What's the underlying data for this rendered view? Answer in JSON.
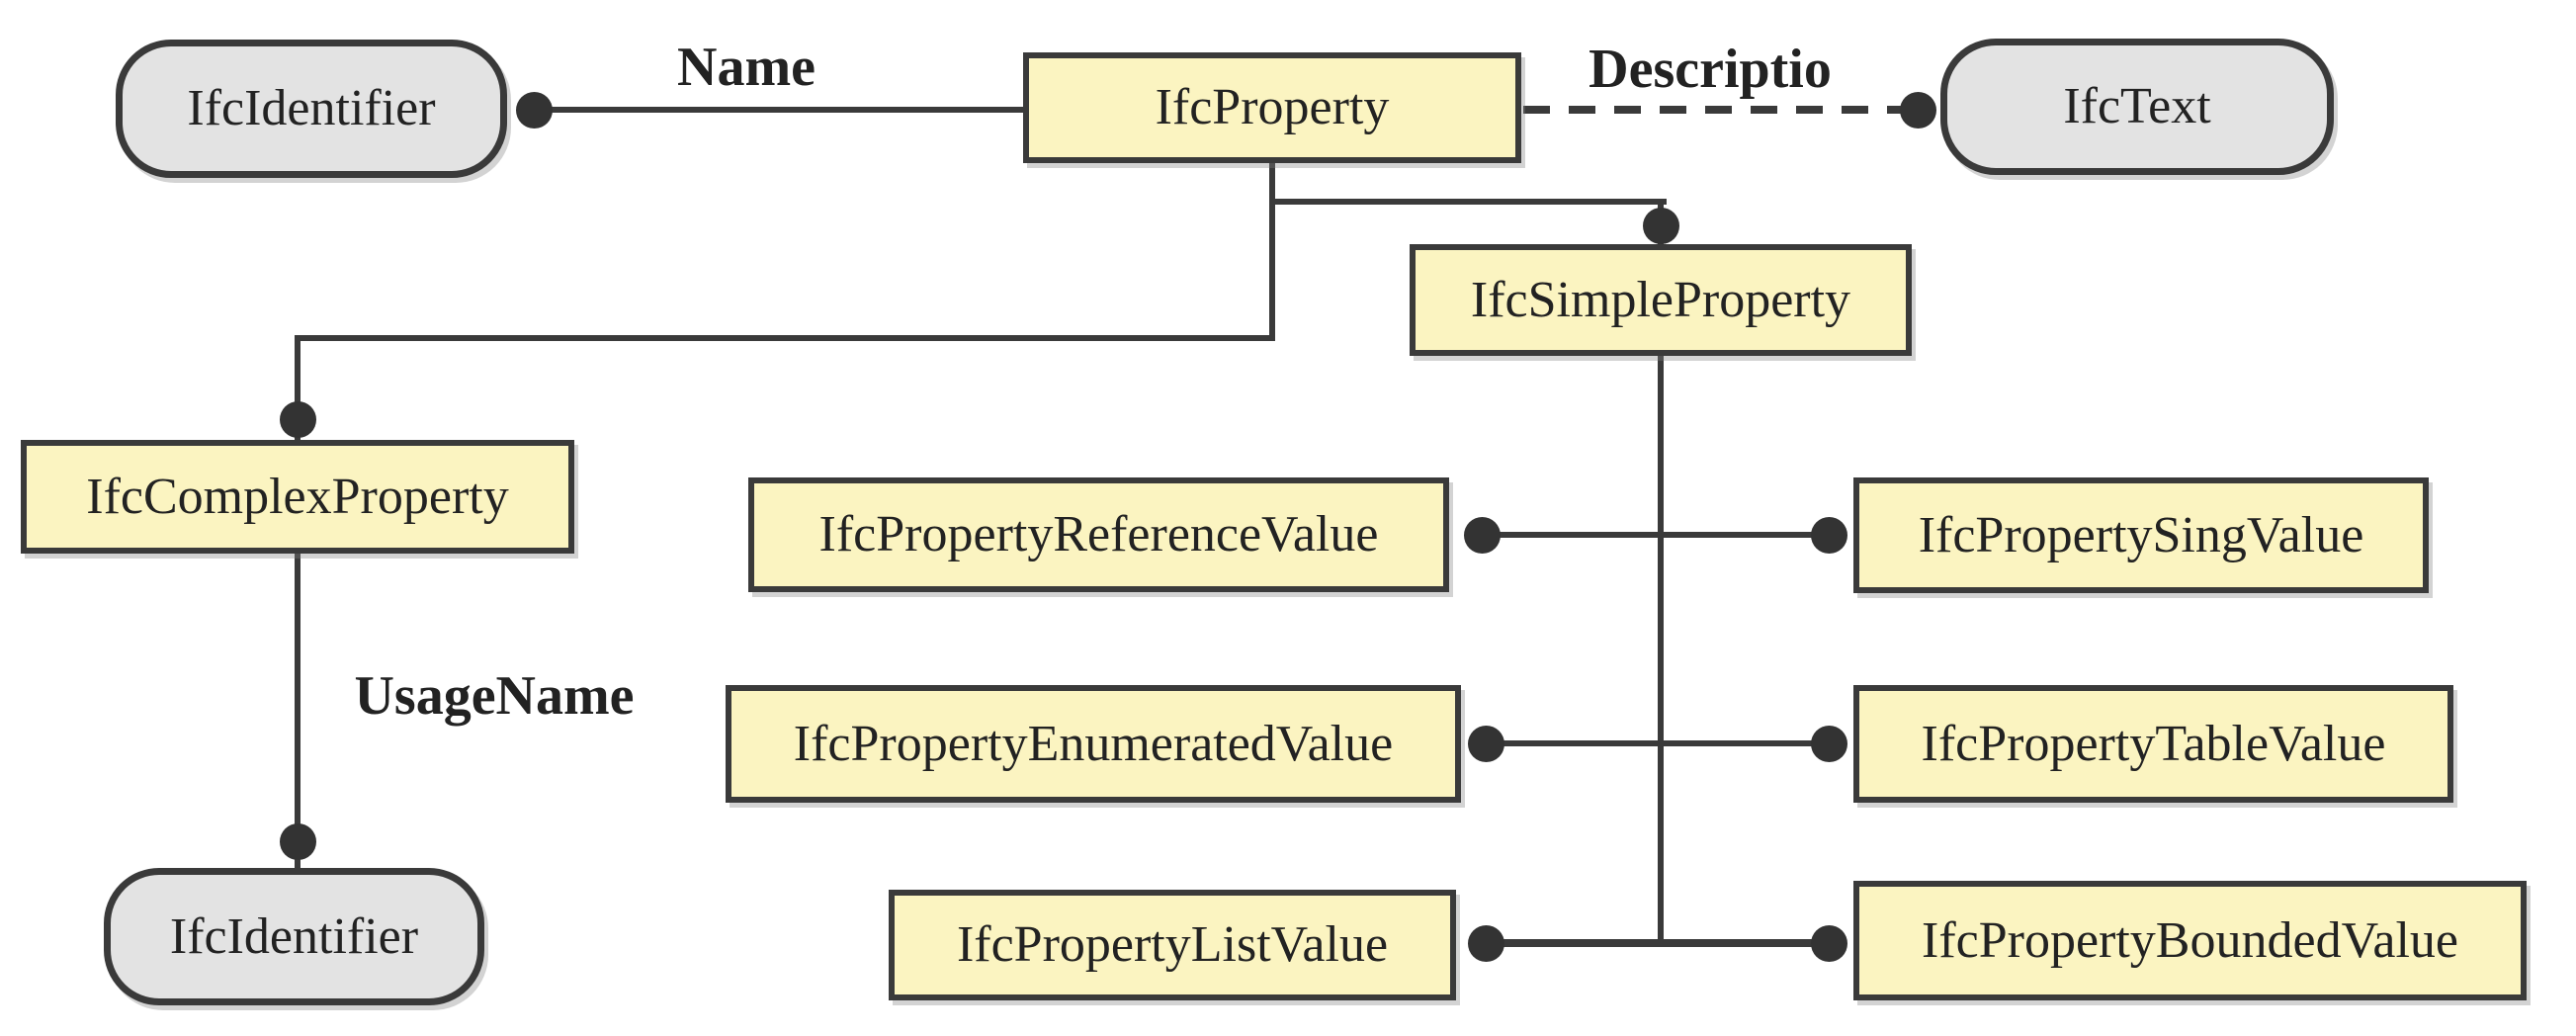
{
  "background": "#FFFFFF",
  "colors": {
    "entity_fill": "#FBF4C1",
    "datatype_fill": "#E3E3E3",
    "border_and_line": "#3A3A3A",
    "text": "#222222"
  },
  "nodes": {
    "identifier_top": {
      "label": "IfcIdentifier",
      "shape": "rounded"
    },
    "property": {
      "label": "IfcProperty",
      "shape": "rect"
    },
    "text_type": {
      "label": "IfcText",
      "shape": "rounded"
    },
    "simple_property": {
      "label": "IfcSimpleProperty",
      "shape": "rect"
    },
    "complex_property": {
      "label": "IfcComplexProperty",
      "shape": "rect"
    },
    "reference_value": {
      "label": "IfcPropertyReferenceValue",
      "shape": "rect"
    },
    "sing_value": {
      "label": "IfcPropertySingValue",
      "shape": "rect"
    },
    "enumerated_value": {
      "label": "IfcPropertyEnumeratedValue",
      "shape": "rect"
    },
    "table_value": {
      "label": "IfcPropertyTableValue",
      "shape": "rect"
    },
    "list_value": {
      "label": "IfcPropertyListValue",
      "shape": "rect"
    },
    "bounded_value": {
      "label": "IfcPropertyBoundedValue",
      "shape": "rect"
    },
    "identifier_bottom": {
      "label": "IfcIdentifier",
      "shape": "rounded"
    }
  },
  "edges": {
    "name": {
      "label": "Name",
      "style": "solid",
      "from": "property",
      "to": "identifier_top"
    },
    "description": {
      "label": "Descriptio",
      "style": "dashed",
      "from": "property",
      "to": "text_type"
    },
    "usage_name": {
      "label": "UsageName",
      "style": "solid",
      "from": "complex_property",
      "to": "identifier_bottom"
    },
    "property_to_simple": {
      "style": "solid",
      "from": "property",
      "to": "simple_property"
    },
    "property_to_complex": {
      "style": "solid",
      "from": "property",
      "to": "complex_property"
    },
    "simple_to_reference": {
      "style": "solid",
      "from": "simple_property",
      "to": "reference_value"
    },
    "simple_to_sing": {
      "style": "solid",
      "from": "simple_property",
      "to": "sing_value"
    },
    "simple_to_enumerated": {
      "style": "solid",
      "from": "simple_property",
      "to": "enumerated_value"
    },
    "simple_to_table": {
      "style": "solid",
      "from": "simple_property",
      "to": "table_value"
    },
    "simple_to_list": {
      "style": "solid",
      "from": "simple_property",
      "to": "list_value"
    },
    "simple_to_bounded": {
      "style": "solid",
      "from": "simple_property",
      "to": "bounded_value"
    }
  }
}
